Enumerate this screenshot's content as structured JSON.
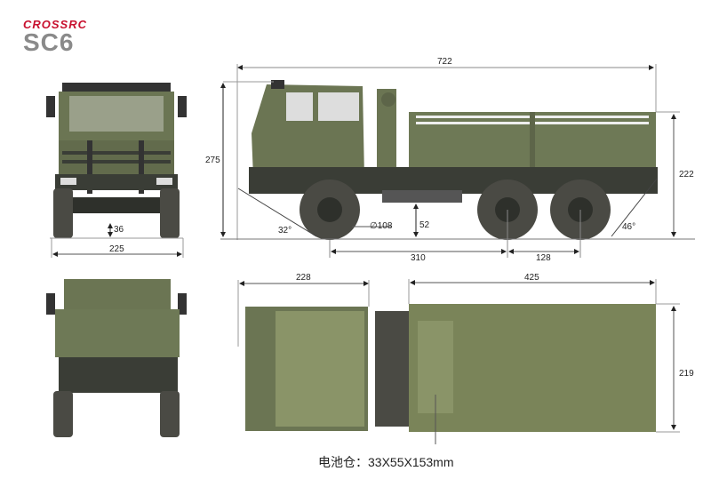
{
  "brand": {
    "name": "CROSSRC",
    "model": "SC6",
    "brand_color": "#c8102e",
    "model_color": "#8a8a8a"
  },
  "views": {
    "front": {
      "label": "front-view"
    },
    "side": {
      "label": "side-view"
    },
    "rear": {
      "label": "rear-view"
    },
    "top": {
      "label": "top-view"
    }
  },
  "dimensions": {
    "overall_length": "722",
    "overall_height": "275",
    "bed_height": "222",
    "front_width": "225",
    "front_ground_clearance": "36",
    "approach_angle": "32°",
    "departure_angle": "46°",
    "wheel_diameter": "∅108",
    "chassis_clearance": "52",
    "wheelbase_front": "310",
    "wheelbase_rear": "128",
    "cab_length": "228",
    "bed_length": "425",
    "bed_width": "219"
  },
  "caption": "电池仓：33X55X153mm",
  "colors": {
    "body": "#6b7553",
    "body_light": "#7f8a63",
    "chassis": "#3a3d36",
    "tire": "#4a4a44",
    "line": "#555555"
  }
}
